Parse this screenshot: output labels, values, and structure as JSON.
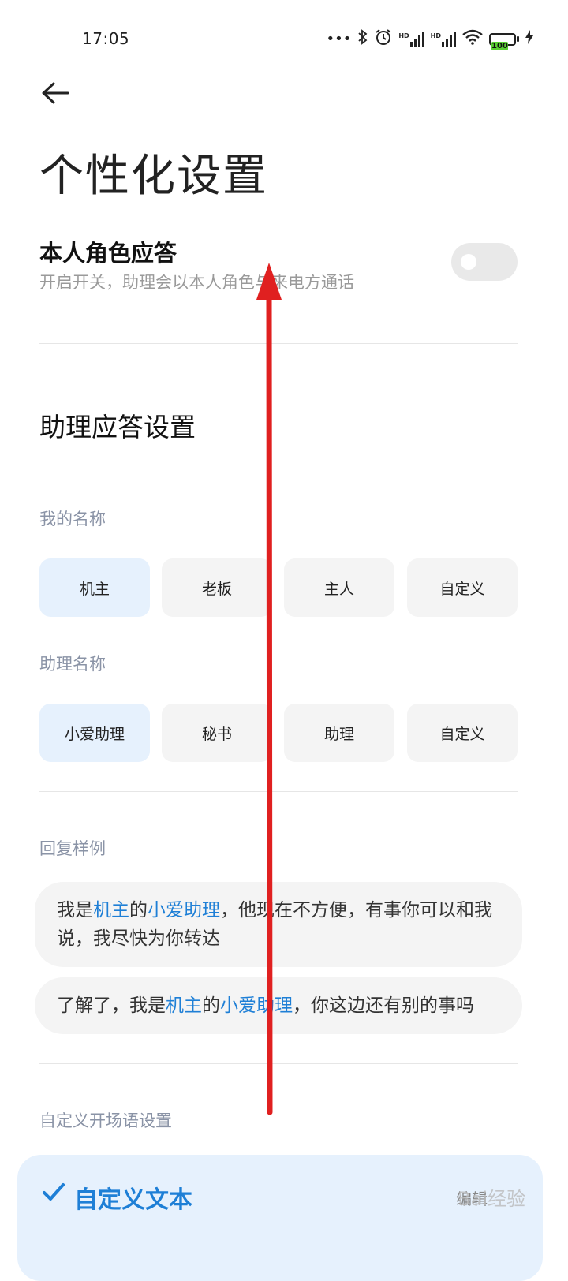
{
  "status_bar": {
    "time": "17:05",
    "dots": "•••",
    "hd1": "HD",
    "hd2": "HD",
    "battery": "100"
  },
  "header": {
    "title": "个性化设置"
  },
  "self_answer": {
    "title": "本人角色应答",
    "subtitle": "开启开关，助理会以本人角色与来电方通话",
    "enabled": false
  },
  "assistant_section": {
    "title": "助理应答设置"
  },
  "my_name": {
    "label": "我的名称",
    "options": [
      "机主",
      "老板",
      "主人",
      "自定义"
    ],
    "selected": "机主"
  },
  "assistant_name": {
    "label": "助理名称",
    "options": [
      "小爱助理",
      "秘书",
      "助理",
      "自定义"
    ],
    "selected": "小爱助理"
  },
  "reply_examples": {
    "label": "回复样例",
    "ex1": {
      "p1": "我是",
      "h1": "机主",
      "p2": "的",
      "h2": "小爱助理",
      "p3": "，他现在不方便，有事你可以和我说，我尽快为你转达"
    },
    "ex2": {
      "p1": "了解了，我是",
      "h1": "机主",
      "p2": "的",
      "h2": "小爱助理",
      "p3": "，你这边还有别的事吗"
    }
  },
  "opening": {
    "label": "自定义开场语设置",
    "card_title": "自定义文本",
    "card_action": "编辑"
  },
  "watermark": "Bai经验",
  "colors": {
    "accent": "#1e7fd6",
    "selected_chip": "#e6f1fd",
    "chip": "#f4f4f4",
    "arrow": "#e02020"
  }
}
